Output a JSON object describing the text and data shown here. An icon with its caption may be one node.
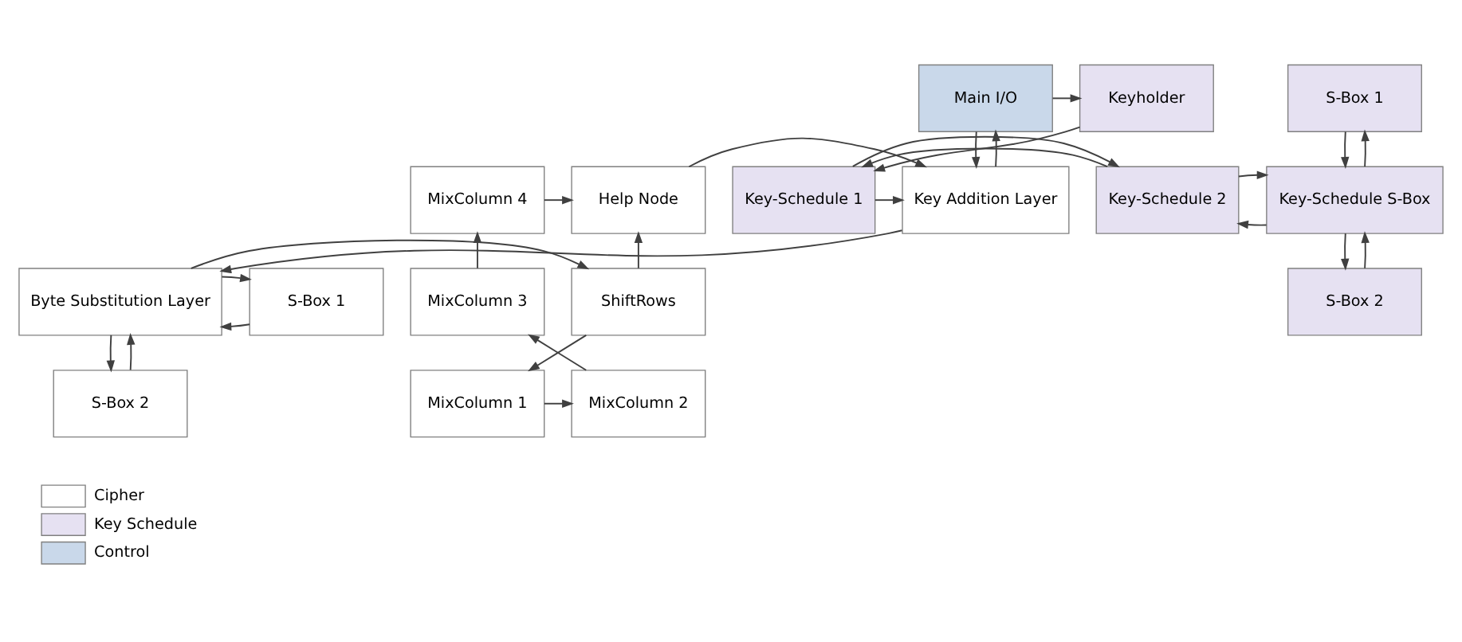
{
  "diagram": {
    "nodes": [
      {
        "text": [
          "Main I/O"
        ]
      },
      {
        "text": [
          "Keyholder"
        ]
      },
      {
        "text": [
          "S-Box 1"
        ]
      },
      {
        "text": [
          "MixColumn 4"
        ]
      },
      {
        "text": [
          "Help Node"
        ]
      },
      {
        "text": [
          "Key Addition Layer"
        ]
      },
      {
        "text": [
          "Key-Schedule 1"
        ]
      },
      {
        "text": [
          "Key-Schedule 2"
        ]
      },
      {
        "text": [
          "Key-Schedule S-Box"
        ]
      },
      {
        "text": [
          "MixColumn 3"
        ]
      },
      {
        "text": [
          "ShiftRows"
        ]
      },
      {
        "text": [
          "Byte Substitution Layer"
        ]
      },
      {
        "text": [
          "S-Box 1"
        ]
      },
      {
        "text": [
          "S-Box 2"
        ]
      },
      {
        "text": [
          "MixColumn 2"
        ]
      },
      {
        "text": [
          "MixColumn 1"
        ]
      },
      {
        "text": [
          "S-Box 2"
        ]
      }
    ],
    "edges": [
      {
        "from": 0,
        "to": 1,
        "arrow": "to"
      },
      {
        "from": 0,
        "to": 5,
        "arrow": "to"
      },
      {
        "from": 5,
        "to": 0,
        "arrow": "to"
      },
      {
        "from": 1,
        "to": 6,
        "arrow": "to"
      },
      {
        "from": 2,
        "to": 8,
        "arrow": "to"
      },
      {
        "from": 8,
        "to": 2,
        "arrow": "to"
      },
      {
        "from": 3,
        "to": 4,
        "arrow": "to"
      },
      {
        "from": 4,
        "to": 5,
        "arrow": "to"
      },
      {
        "from": 6,
        "to": 5,
        "arrow": "to"
      },
      {
        "from": 7,
        "to": 6,
        "arrow": "to"
      },
      {
        "from": 6,
        "to": 7,
        "arrow": "to"
      },
      {
        "from": 8,
        "to": 7,
        "arrow": "to"
      },
      {
        "from": 7,
        "to": 8,
        "arrow": "to"
      },
      {
        "from": 5,
        "to": 11,
        "arrow": "to"
      },
      {
        "from": 12,
        "to": 11,
        "arrow": "to"
      },
      {
        "from": 11,
        "to": 12,
        "arrow": "to"
      },
      {
        "from": 11,
        "to": 10,
        "arrow": "to"
      },
      {
        "from": 10,
        "to": 4,
        "arrow": "to"
      },
      {
        "from": 9,
        "to": 3,
        "arrow": "to"
      },
      {
        "from": 8,
        "to": 13,
        "arrow": "to"
      },
      {
        "from": 13,
        "to": 8,
        "arrow": "to"
      },
      {
        "from": 10,
        "to": 15,
        "arrow": "to"
      },
      {
        "from": 11,
        "to": 16,
        "arrow": "to"
      },
      {
        "from": 16,
        "to": 11,
        "arrow": "to"
      },
      {
        "from": 15,
        "to": 14,
        "arrow": "to"
      },
      {
        "from": 14,
        "to": 9,
        "arrow": "to"
      }
    ],
    "legend": [
      {
        "text": "Cipher",
        "color": "#ffffff"
      },
      {
        "text": "Key Schedule",
        "color": "#e6e1f2"
      },
      {
        "text": "Control",
        "color": "#c9d8ea"
      }
    ]
  }
}
